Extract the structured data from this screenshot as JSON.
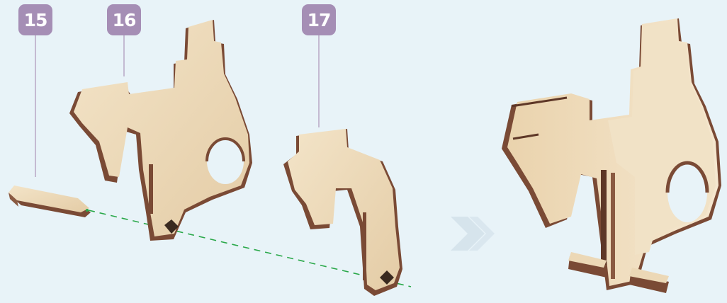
{
  "badges": {
    "part_15": "15",
    "part_16": "16",
    "part_17": "17"
  },
  "colors": {
    "background": "#e8f3f8",
    "badge": "#a58eb5",
    "wood_face": "#ecd8b6",
    "wood_edge": "#7a4a35",
    "guide_line": "#2aa84a",
    "arrow": "#d6e4ec"
  },
  "icons": {
    "step_arrow": "double-chevron-right-icon"
  }
}
